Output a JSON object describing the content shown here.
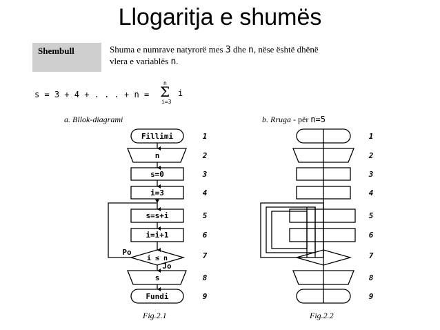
{
  "title": "Llogaritja e shumës",
  "example": {
    "label": "Shembull",
    "text_line1_a": "Shuma e numrave natyrorë mes ",
    "text_line1_b": "3",
    "text_line1_c": " dhe ",
    "text_line1_d": "n",
    "text_line1_e": ", nëse është dhënë",
    "text_line2_a": "vlera e variablës ",
    "text_line2_b": "n",
    "text_line2_c": "."
  },
  "formula": {
    "text": "s = 3 + 4 + . . . + n =",
    "sigma_top": "n",
    "sigma_symbol": "Σ",
    "sigma_var": "i",
    "sigma_bottom": "i=3"
  },
  "caption_a": "a. Bllok-diagrami",
  "caption_b_prefix": "b.  Rruga",
  "caption_b_dash": " - për ",
  "caption_b_value": "n=5",
  "fig1_caption": "Fig.2.1",
  "fig2_caption": "Fig.2.2",
  "flowchart": {
    "start": "Fillimi",
    "input": "n",
    "s_init": "s=0",
    "i_init": "i=3",
    "s_update": "s=s+i",
    "i_update": "i=i+1",
    "condition": "i ≤ n",
    "yes_label": "Po",
    "no_label": "Jo",
    "output": "s",
    "end": "Fundi"
  },
  "step_numbers": [
    "1",
    "2",
    "3",
    "4",
    "5",
    "6",
    "7",
    "8",
    "9"
  ]
}
